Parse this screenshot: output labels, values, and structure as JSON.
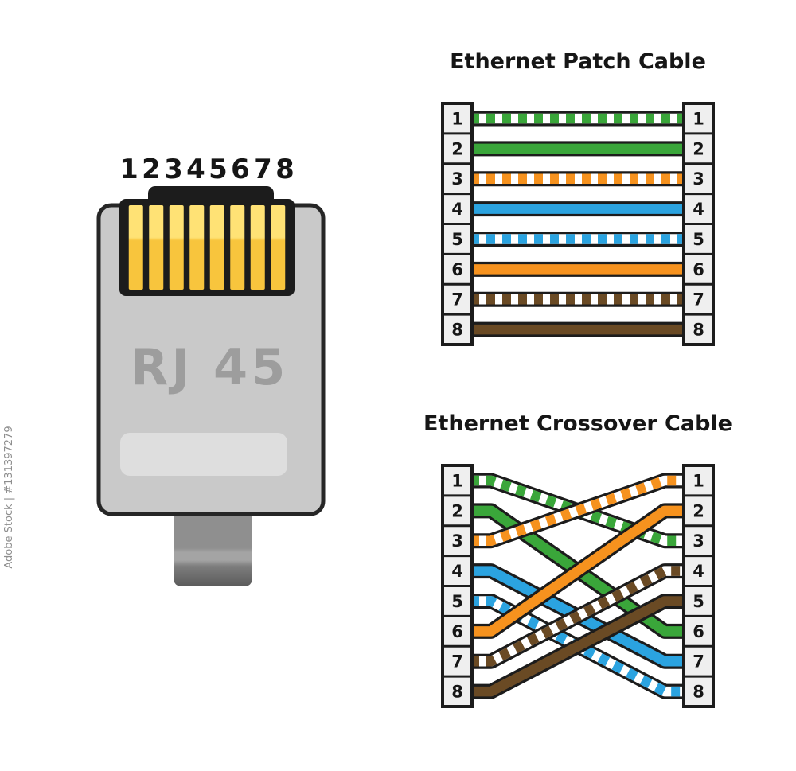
{
  "watermark": {
    "text": "Adobe Stock | #131397279"
  },
  "connector": {
    "label": "RJ 45",
    "pin_labels": [
      "1",
      "2",
      "3",
      "4",
      "5",
      "6",
      "7",
      "8"
    ]
  },
  "patch": {
    "title": "Ethernet Patch Cable",
    "left_pins": [
      "1",
      "2",
      "3",
      "4",
      "5",
      "6",
      "7",
      "8"
    ],
    "right_pins": [
      "1",
      "2",
      "3",
      "4",
      "5",
      "6",
      "7",
      "8"
    ],
    "wires": [
      {
        "from": 1,
        "to": 1,
        "color": "green",
        "striped": true
      },
      {
        "from": 2,
        "to": 2,
        "color": "green",
        "striped": false
      },
      {
        "from": 3,
        "to": 3,
        "color": "orange",
        "striped": true
      },
      {
        "from": 4,
        "to": 4,
        "color": "blue",
        "striped": false
      },
      {
        "from": 5,
        "to": 5,
        "color": "blue",
        "striped": true
      },
      {
        "from": 6,
        "to": 6,
        "color": "orange",
        "striped": false
      },
      {
        "from": 7,
        "to": 7,
        "color": "brown",
        "striped": true
      },
      {
        "from": 8,
        "to": 8,
        "color": "brown",
        "striped": false
      }
    ]
  },
  "crossover": {
    "title": "Ethernet Crossover Cable",
    "left_pins": [
      "1",
      "2",
      "3",
      "4",
      "5",
      "6",
      "7",
      "8"
    ],
    "right_pins": [
      "1",
      "2",
      "3",
      "4",
      "5",
      "6",
      "7",
      "8"
    ],
    "wires": [
      {
        "from": 1,
        "to": 3,
        "color": "green",
        "striped": true
      },
      {
        "from": 2,
        "to": 6,
        "color": "green",
        "striped": false
      },
      {
        "from": 3,
        "to": 1,
        "color": "orange",
        "striped": true
      },
      {
        "from": 4,
        "to": 7,
        "color": "blue",
        "striped": false
      },
      {
        "from": 5,
        "to": 8,
        "color": "blue",
        "striped": true
      },
      {
        "from": 6,
        "to": 2,
        "color": "orange",
        "striped": false
      },
      {
        "from": 7,
        "to": 4,
        "color": "brown",
        "striped": true
      },
      {
        "from": 8,
        "to": 5,
        "color": "brown",
        "striped": false
      }
    ]
  },
  "colors": {
    "green": "#3AA63A",
    "orange": "#F6921E",
    "blue": "#2BA3E0",
    "brown": "#6A4A24",
    "white": "#FFFFFF",
    "wire_outline": "#1C1C1C",
    "block_fill": "#EFEFEF",
    "block_border": "#1C1C1C",
    "text_dark": "#161616",
    "connector_body": "#C9C9C9",
    "connector_border": "#262626",
    "outline": "#1C1C1C",
    "pin_yellow_light": "#FFE275",
    "pin_yellow": "#F8C53D",
    "label_gray": "#9D9D9D",
    "inner_panel": "#DEDEDE",
    "watermark_gray": "#8E8E8E"
  }
}
